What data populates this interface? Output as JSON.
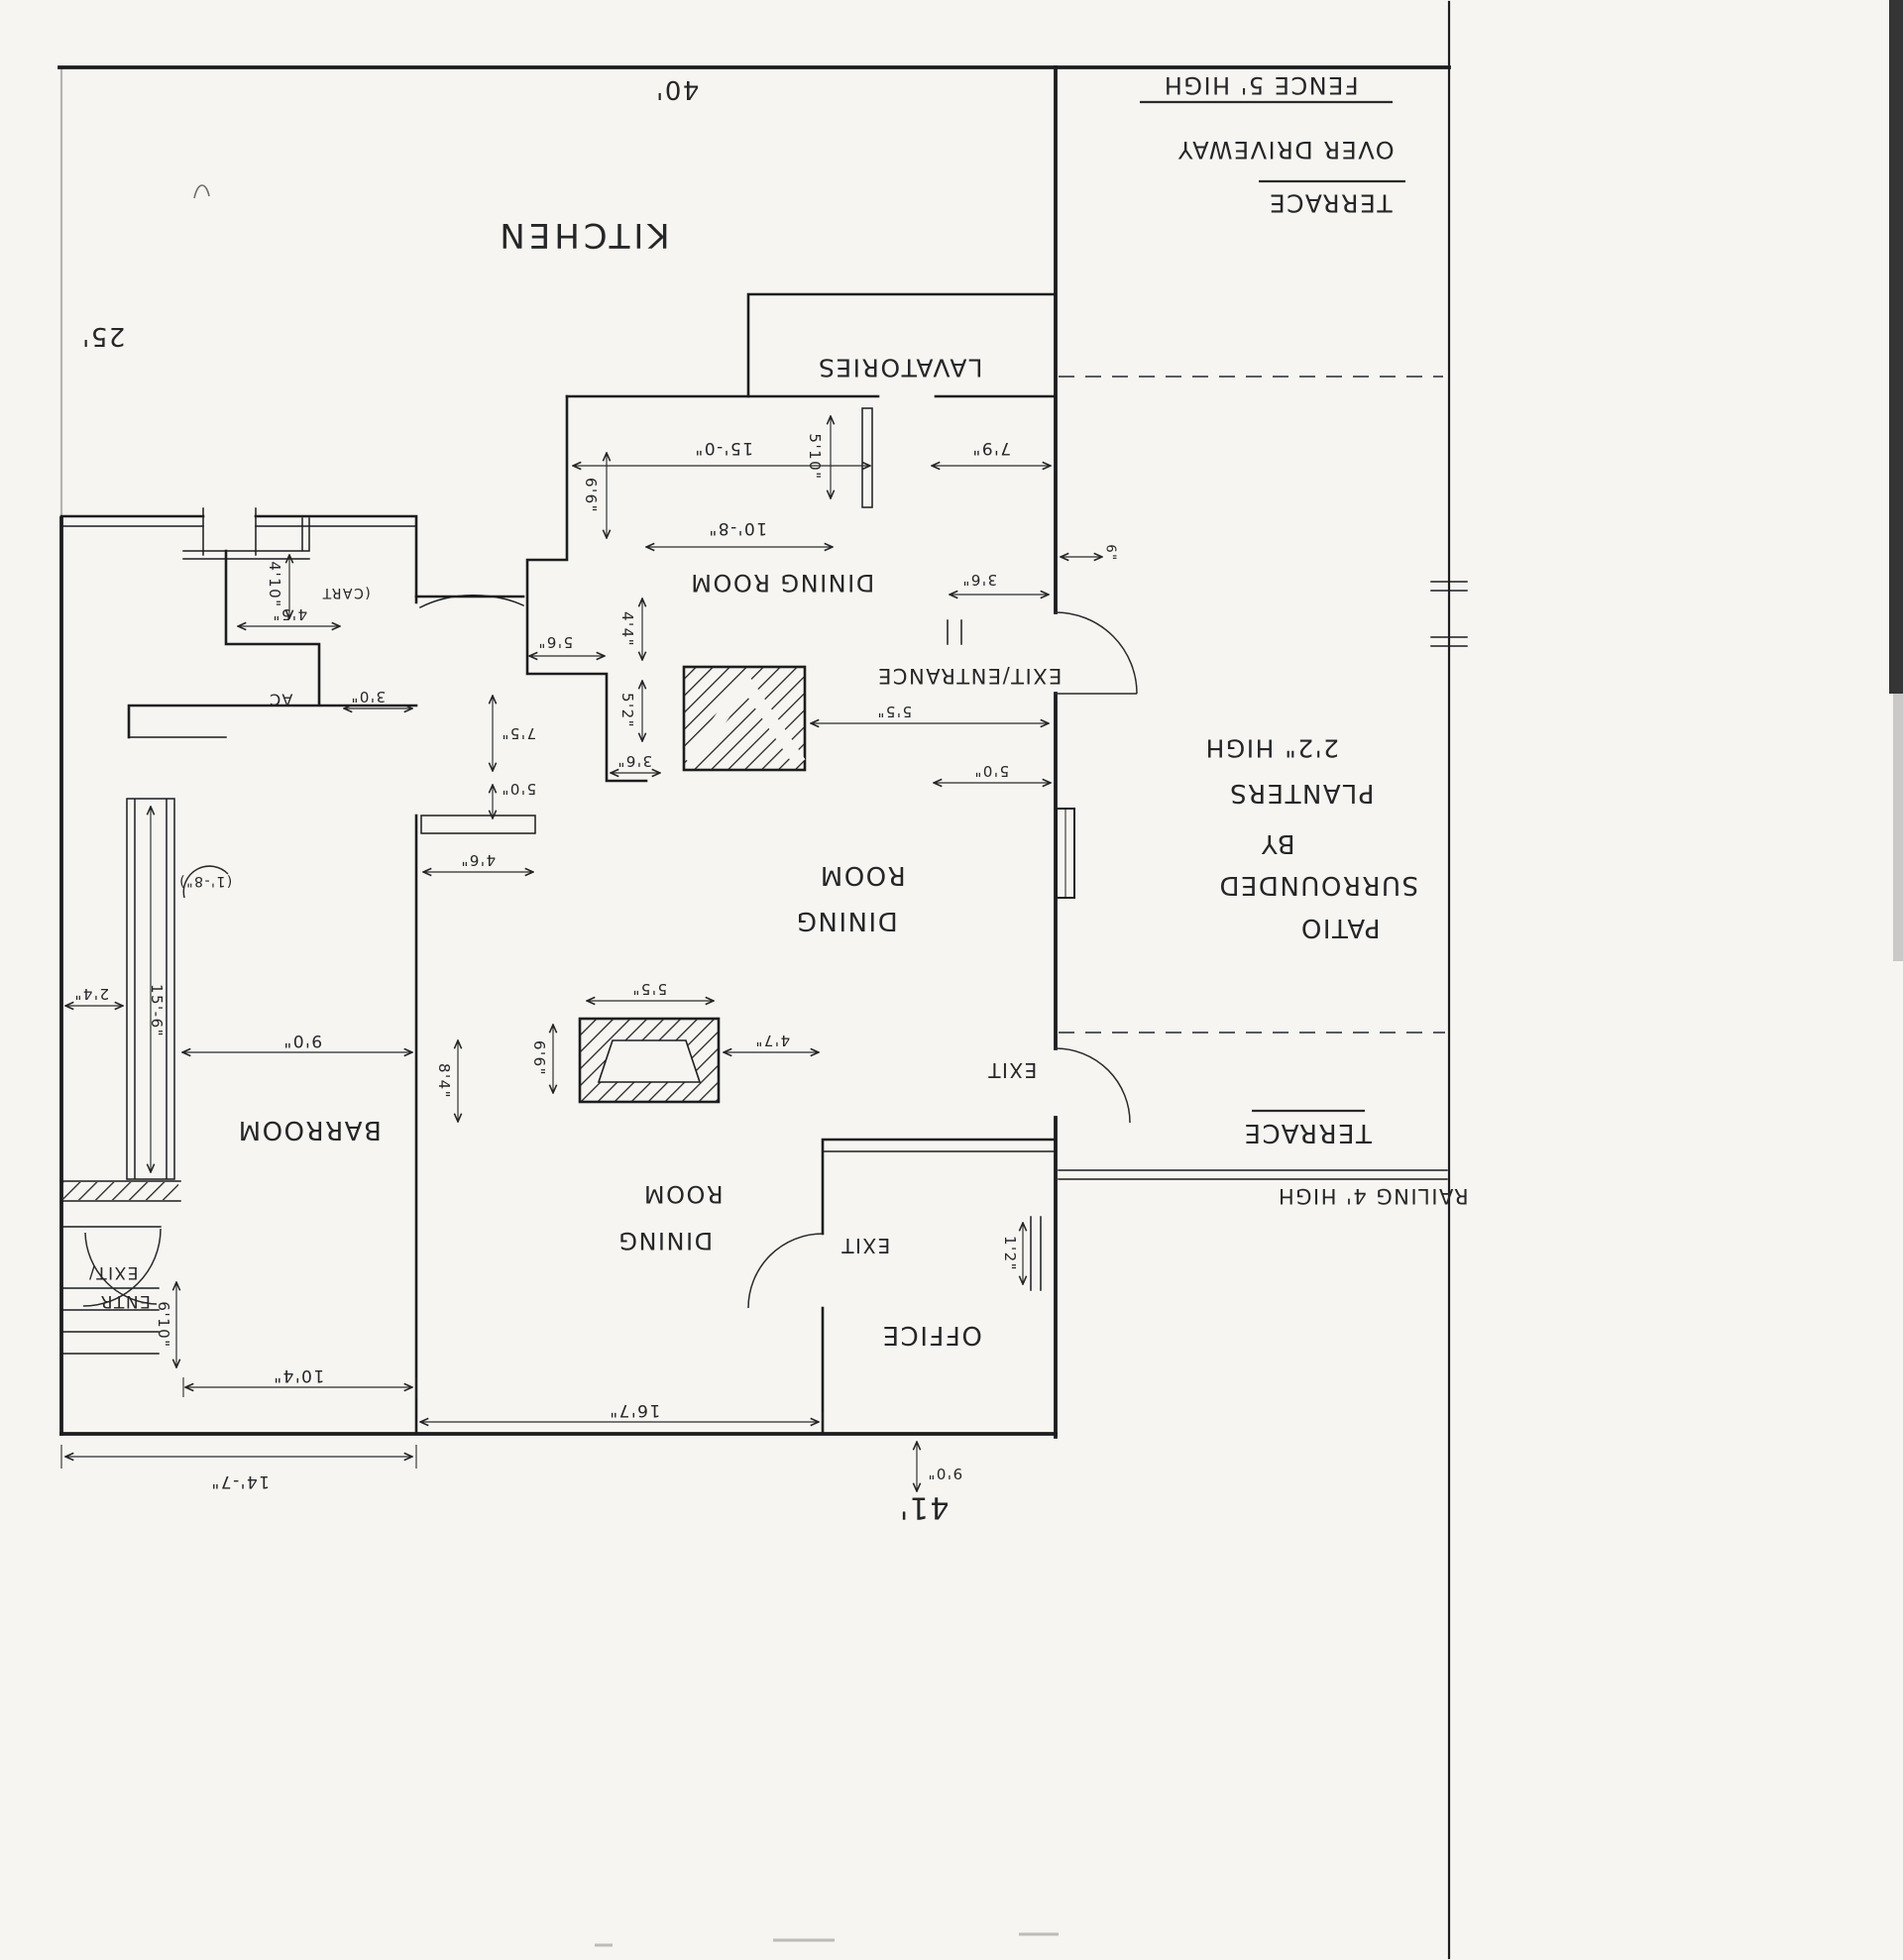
{
  "colors": {
    "ink": "#222222",
    "paper": "#f6f5f1"
  },
  "labels": {
    "kitchen": "KITCHEN",
    "lavatories": "LAVATORIES",
    "dining_room": "DINING ROOM",
    "dining": "DINING",
    "room": "ROOM",
    "barroom": "BARROOM",
    "office": "OFFICE",
    "exit": "EXIT",
    "exit_entrance": "EXIT/ENTRANCE",
    "exit_slash": "EXIT/",
    "entr": "ENTR",
    "terrace": "TERRACE",
    "over_driveway": "OVER DRIVEWAY",
    "fence_note": "FENCE 5' HIGH",
    "railing_note": "RAILING 4' HIGH",
    "patio": "PATIO",
    "surrounded": "SURROUNDED",
    "by": "BY",
    "planters": "PLANTERS",
    "planters_height": "2'2\" HIGH",
    "cart": "(CART",
    "ac": "AC"
  },
  "dims": {
    "d40": "40'",
    "d25": "25'",
    "d41": "41'",
    "d15_0": "15'-0\"",
    "d7_9": "7'9\"",
    "d5_10": "5'10\"",
    "d6_6": "6'6\"",
    "d10_8": "10'-8\"",
    "d3_6": "3'6\"",
    "d5_6": "5'6\"",
    "d4_4": "4'4\"",
    "d5_2": "5'2\"",
    "d5_5": "5'5\"",
    "d5_0": "5'0\"",
    "d7_5": "7'5\"",
    "d3_0": "3'0\"",
    "d4_5": "4'5\"",
    "d4_10": "4'10\"",
    "d9_0": "9'0\"",
    "d15_6": "15'-6\"",
    "d2_4": "2'4\"",
    "d1_8": "(1'-8\")",
    "d4_6": "4'6\"",
    "d8_4": "8'4\"",
    "d4_7": "4'7\"",
    "d1_2": "1'2\"",
    "d6_10": "6'10\"",
    "d10_4": "10'4\"",
    "d16_7": "16'7\"",
    "d14_7": "14'-7\"",
    "d6": "6\""
  }
}
